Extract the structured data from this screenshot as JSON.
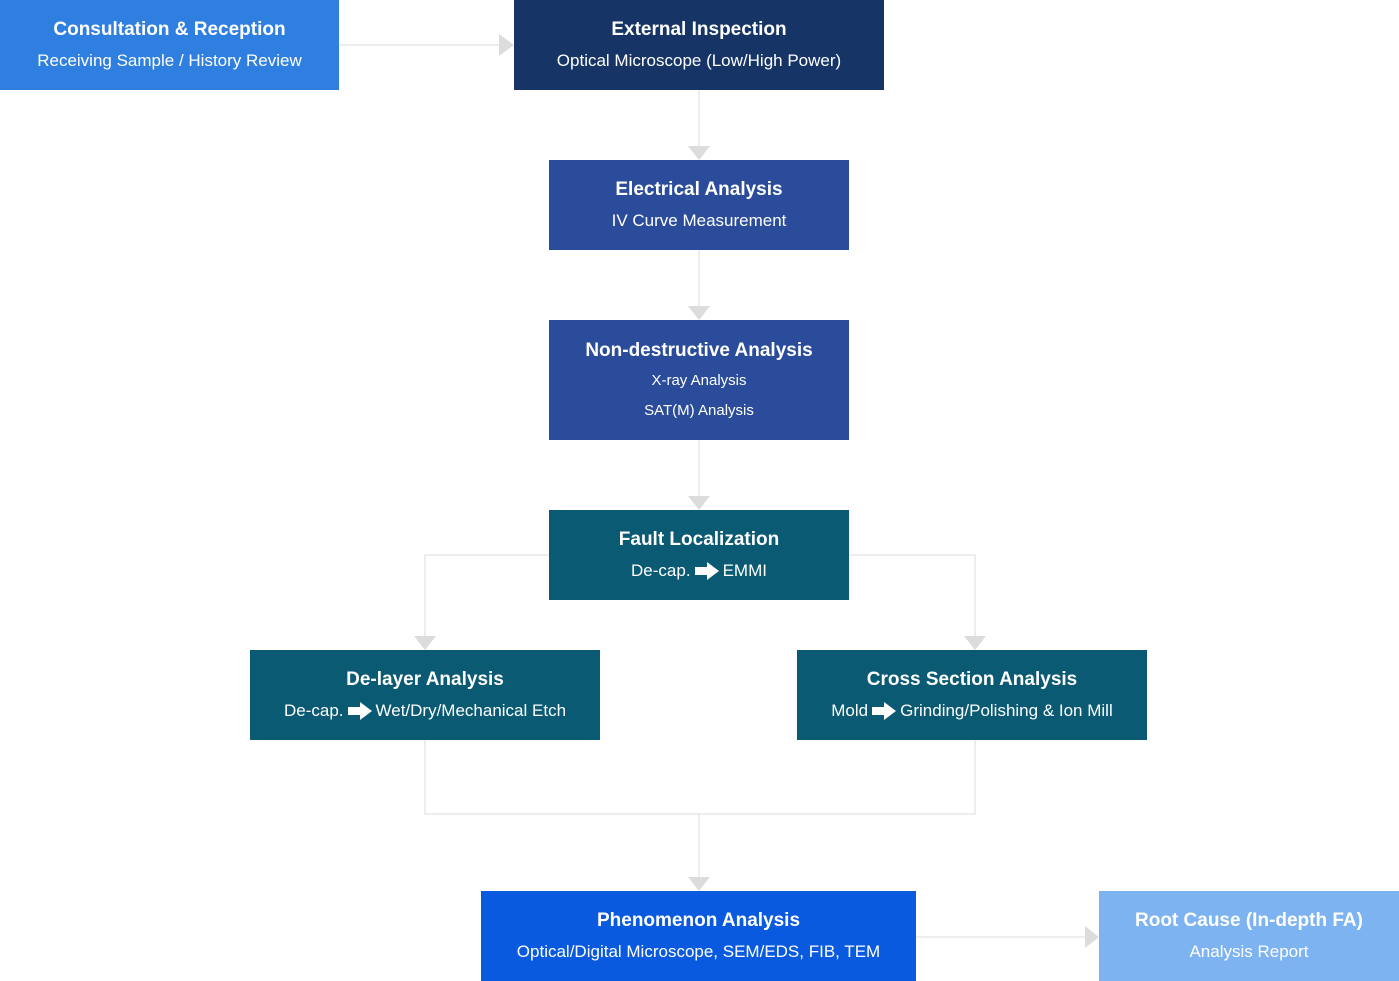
{
  "colors": {
    "consultation": "#2f7fe0",
    "inspection": "#163566",
    "electrical": "#2a4c9b",
    "nondestructive": "#2a4c9b",
    "fault": "#0a5a73",
    "delayer": "#0a5a73",
    "cross_section": "#0a5a73",
    "phenomenon": "#0a5ae0",
    "root_cause": "#7eb3f2",
    "connector": "#dcdcdc"
  },
  "nodes": {
    "consultation": {
      "title": "Consultation & Reception",
      "sub": "Receiving Sample / History Review"
    },
    "inspection": {
      "title": "External Inspection",
      "sub": "Optical Microscope (Low/High Power)"
    },
    "electrical": {
      "title": "Electrical Analysis",
      "sub": "IV Curve Measurement"
    },
    "nondestructive": {
      "title": "Non-destructive Analysis",
      "sub1": "X-ray Analysis",
      "sub2": "SAT(M) Analysis"
    },
    "fault": {
      "title": "Fault Localization",
      "sub_left": "De-cap.",
      "sub_arrow_icon": "right-arrow-icon",
      "sub_right": "EMMI"
    },
    "delayer": {
      "title": "De-layer Analysis",
      "sub_left": "De-cap.",
      "sub_arrow_icon": "right-arrow-icon",
      "sub_right": "Wet/Dry/Mechanical Etch"
    },
    "cross_section": {
      "title": "Cross Section Analysis",
      "sub_left": "Mold",
      "sub_arrow_icon": "right-arrow-icon",
      "sub_right": "Grinding/Polishing & Ion Mill"
    },
    "phenomenon": {
      "title": "Phenomenon Analysis",
      "sub": "Optical/Digital Microscope, SEM/EDS, FIB, TEM"
    },
    "root_cause": {
      "title": "Root Cause (In-depth FA)",
      "sub": "Analysis Report"
    }
  }
}
